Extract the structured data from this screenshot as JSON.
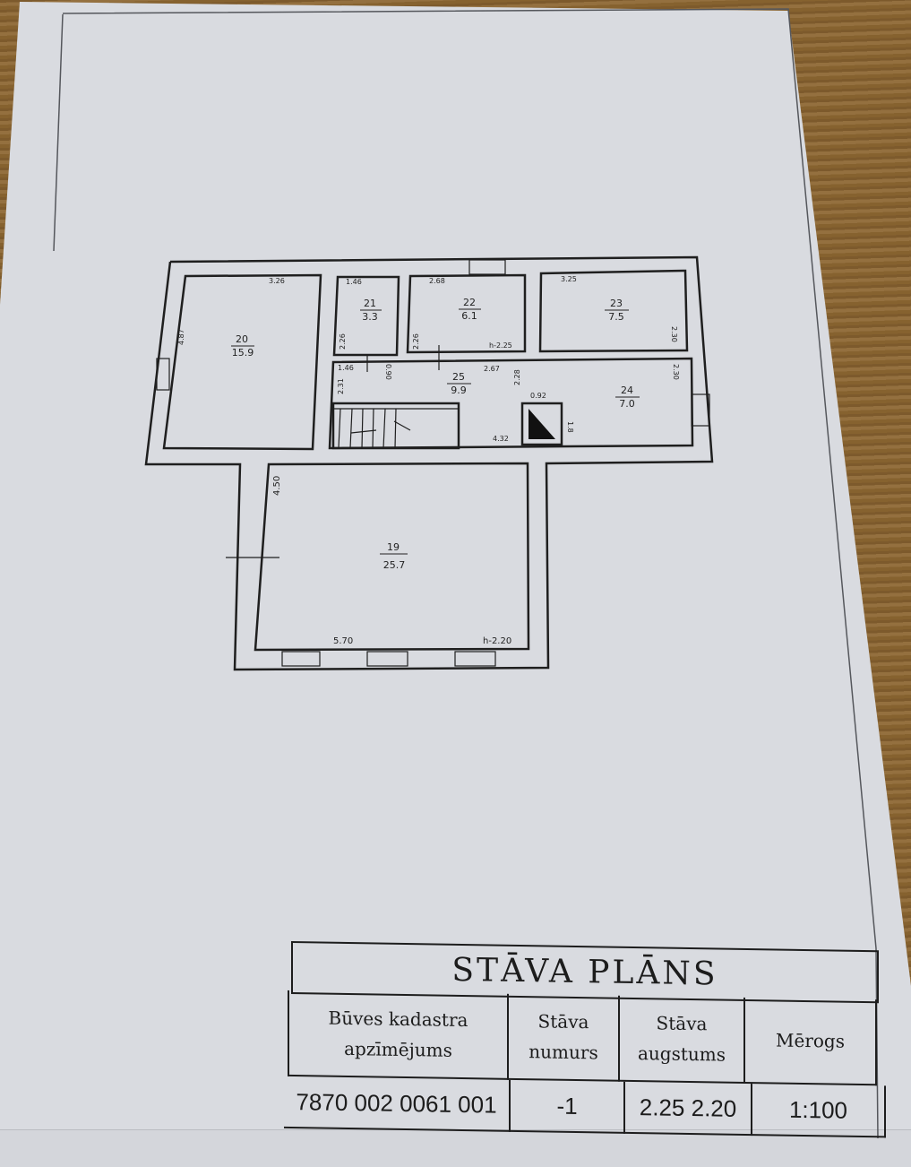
{
  "document": {
    "type": "floor plan sheet",
    "background_colors": {
      "paper": "#d9dbe0",
      "ink": "#1d1d1d",
      "table": "#7d5a2c"
    }
  },
  "plan": {
    "rooms": [
      {
        "number": "20",
        "area": "15.9",
        "dims": [
          "3.26",
          "4.87"
        ]
      },
      {
        "number": "21",
        "area": "3.3",
        "dims": [
          "1.46",
          "2.26"
        ]
      },
      {
        "number": "22",
        "area": "6.1",
        "dims": [
          "2.68",
          "2.26"
        ],
        "height": "h-2.25"
      },
      {
        "number": "23",
        "area": "7.5",
        "dims": [
          "3.25",
          "2.30"
        ]
      },
      {
        "number": "24",
        "area": "7.0",
        "dims": [
          "2.30"
        ]
      },
      {
        "number": "25",
        "area": "9.9",
        "dims": [
          "1.46",
          "0.90",
          "2.31",
          "2.67",
          "2.28",
          "4.32"
        ]
      },
      {
        "number": "19",
        "area": "25.7",
        "dims": [
          "5.70",
          "4.50"
        ],
        "height": "h-2.20"
      }
    ],
    "chimney_dims": [
      "0.92",
      "1.8"
    ]
  },
  "title_block": {
    "title": "STĀVA PLĀNS",
    "headers": [
      "Būves kadastra apzīmējums",
      "Stāva numurs",
      "Stāva augstums",
      "Mērogs"
    ],
    "values": [
      "7870 002 0061 001",
      "-1",
      "2.25  2.20",
      "1:100"
    ]
  }
}
